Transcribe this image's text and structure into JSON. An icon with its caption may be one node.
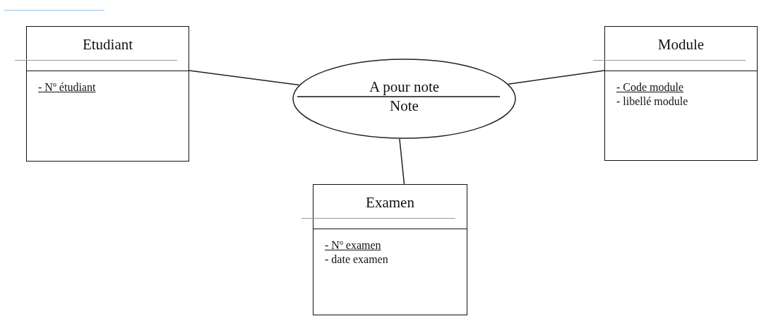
{
  "diagram": {
    "nodes": [
      {
        "text": [
          "Etudiant",
          "- Nº étudiant"
        ]
      },
      {
        "text": [
          "A pour note",
          "Note"
        ]
      },
      {
        "text": [
          "Module",
          "- Code module",
          "- libellé module"
        ]
      },
      {
        "text": [
          "Examen",
          "- Nº examen",
          "- date examen"
        ]
      }
    ],
    "edges": [
      {
        "from": 0,
        "to": 1,
        "arrow": "none"
      },
      {
        "from": 1,
        "to": 2,
        "arrow": "none"
      },
      {
        "from": 1,
        "to": 3,
        "arrow": "none"
      }
    ]
  }
}
